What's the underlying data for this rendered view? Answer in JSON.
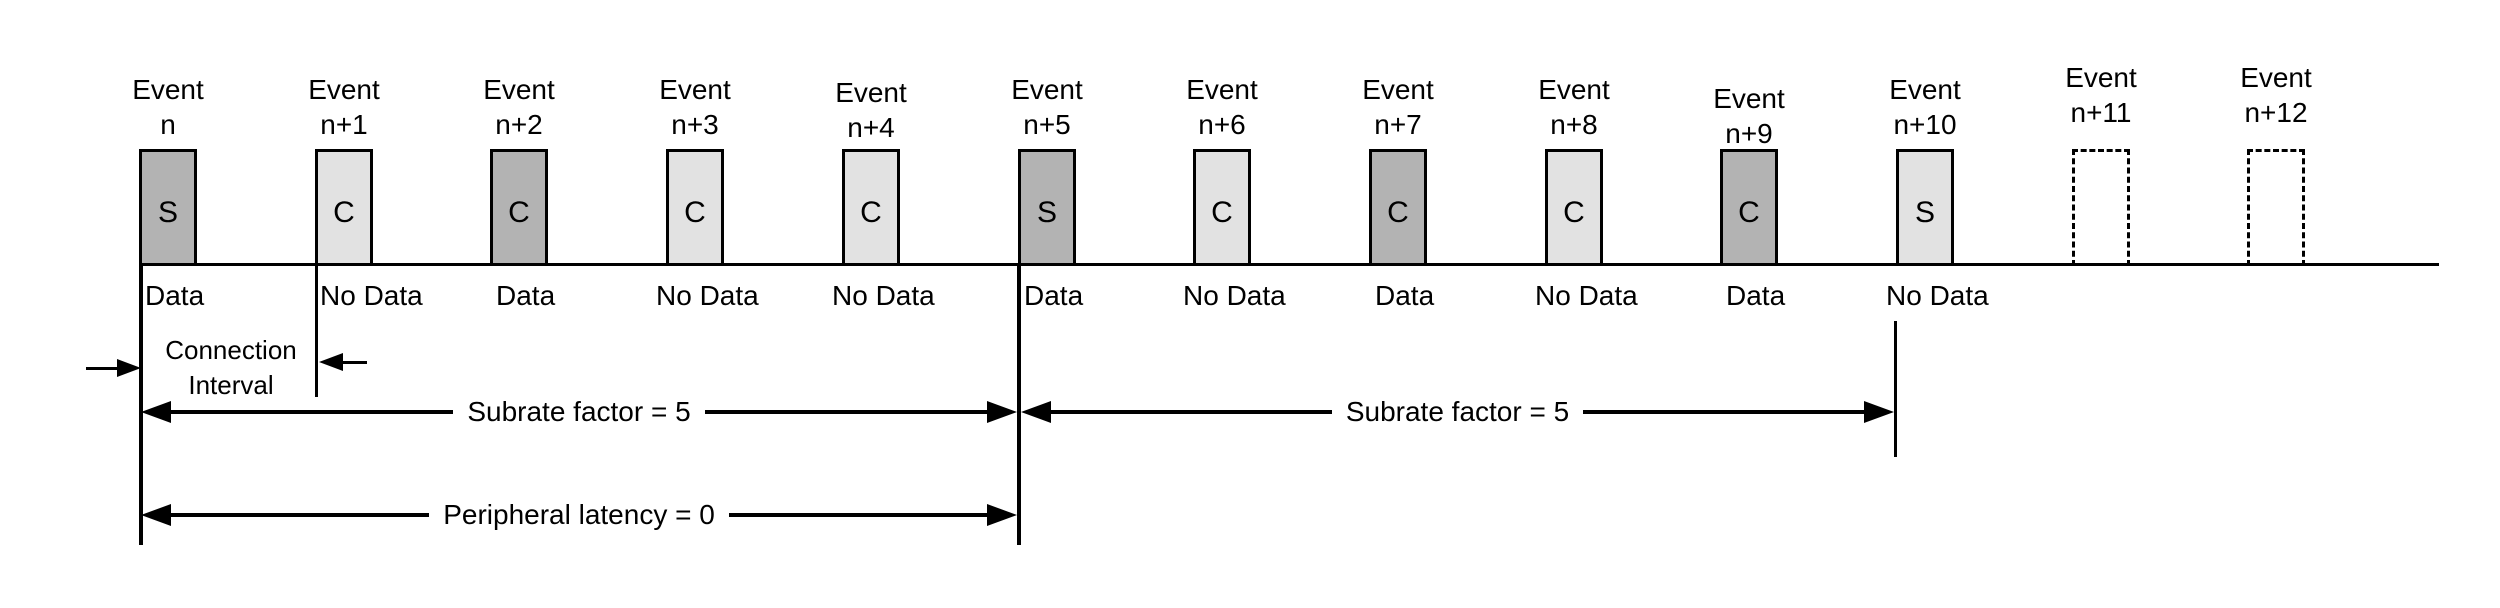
{
  "figure": {
    "type": "timing-diagram",
    "description": "Connection event subrating timeline"
  },
  "colors": {
    "background": "#ffffff",
    "line": "#000000",
    "text": "#000000",
    "box_dark": "#b3b3b3",
    "box_light": "#e2e2e2"
  },
  "events": [
    {
      "label_line1": "Event",
      "label_line2": "n",
      "marker": "S",
      "fill": "dark",
      "style": "solid",
      "data_label": "Data"
    },
    {
      "label_line1": "Event",
      "label_line2": "n+1",
      "marker": "C",
      "fill": "light",
      "style": "solid",
      "data_label": "No Data"
    },
    {
      "label_line1": "Event",
      "label_line2": "n+2",
      "marker": "C",
      "fill": "dark",
      "style": "solid",
      "data_label": "Data"
    },
    {
      "label_line1": "Event",
      "label_line2": "n+3",
      "marker": "C",
      "fill": "light",
      "style": "solid",
      "data_label": "No Data"
    },
    {
      "label_line1": "Event",
      "label_line2": "n+4",
      "marker": "C",
      "fill": "light",
      "style": "solid",
      "data_label": "No Data"
    },
    {
      "label_line1": "Event",
      "label_line2": "n+5",
      "marker": "S",
      "fill": "dark",
      "style": "solid",
      "data_label": "Data"
    },
    {
      "label_line1": "Event",
      "label_line2": "n+6",
      "marker": "C",
      "fill": "light",
      "style": "solid",
      "data_label": "No Data"
    },
    {
      "label_line1": "Event",
      "label_line2": "n+7",
      "marker": "C",
      "fill": "dark",
      "style": "solid",
      "data_label": "Data"
    },
    {
      "label_line1": "Event",
      "label_line2": "n+8",
      "marker": "C",
      "fill": "light",
      "style": "solid",
      "data_label": "No Data"
    },
    {
      "label_line1": "Event",
      "label_line2": "n+9",
      "marker": "C",
      "fill": "dark",
      "style": "solid",
      "data_label": "Data"
    },
    {
      "label_line1": "Event",
      "label_line2": "n+10",
      "marker": "S",
      "fill": "light",
      "style": "solid",
      "data_label": "No Data"
    },
    {
      "label_line1": "Event",
      "label_line2": "n+11",
      "marker": null,
      "fill": null,
      "style": "dashed",
      "data_label": null
    },
    {
      "label_line1": "Event",
      "label_line2": "n+12",
      "marker": null,
      "fill": null,
      "style": "dashed",
      "data_label": null
    }
  ],
  "annotations": {
    "connection_interval": {
      "line1": "Connection",
      "line2": "Interval"
    },
    "subrate_factor_left": "Subrate factor = 5",
    "subrate_factor_right": "Subrate factor = 5",
    "peripheral_latency": "Peripheral latency = 0"
  }
}
